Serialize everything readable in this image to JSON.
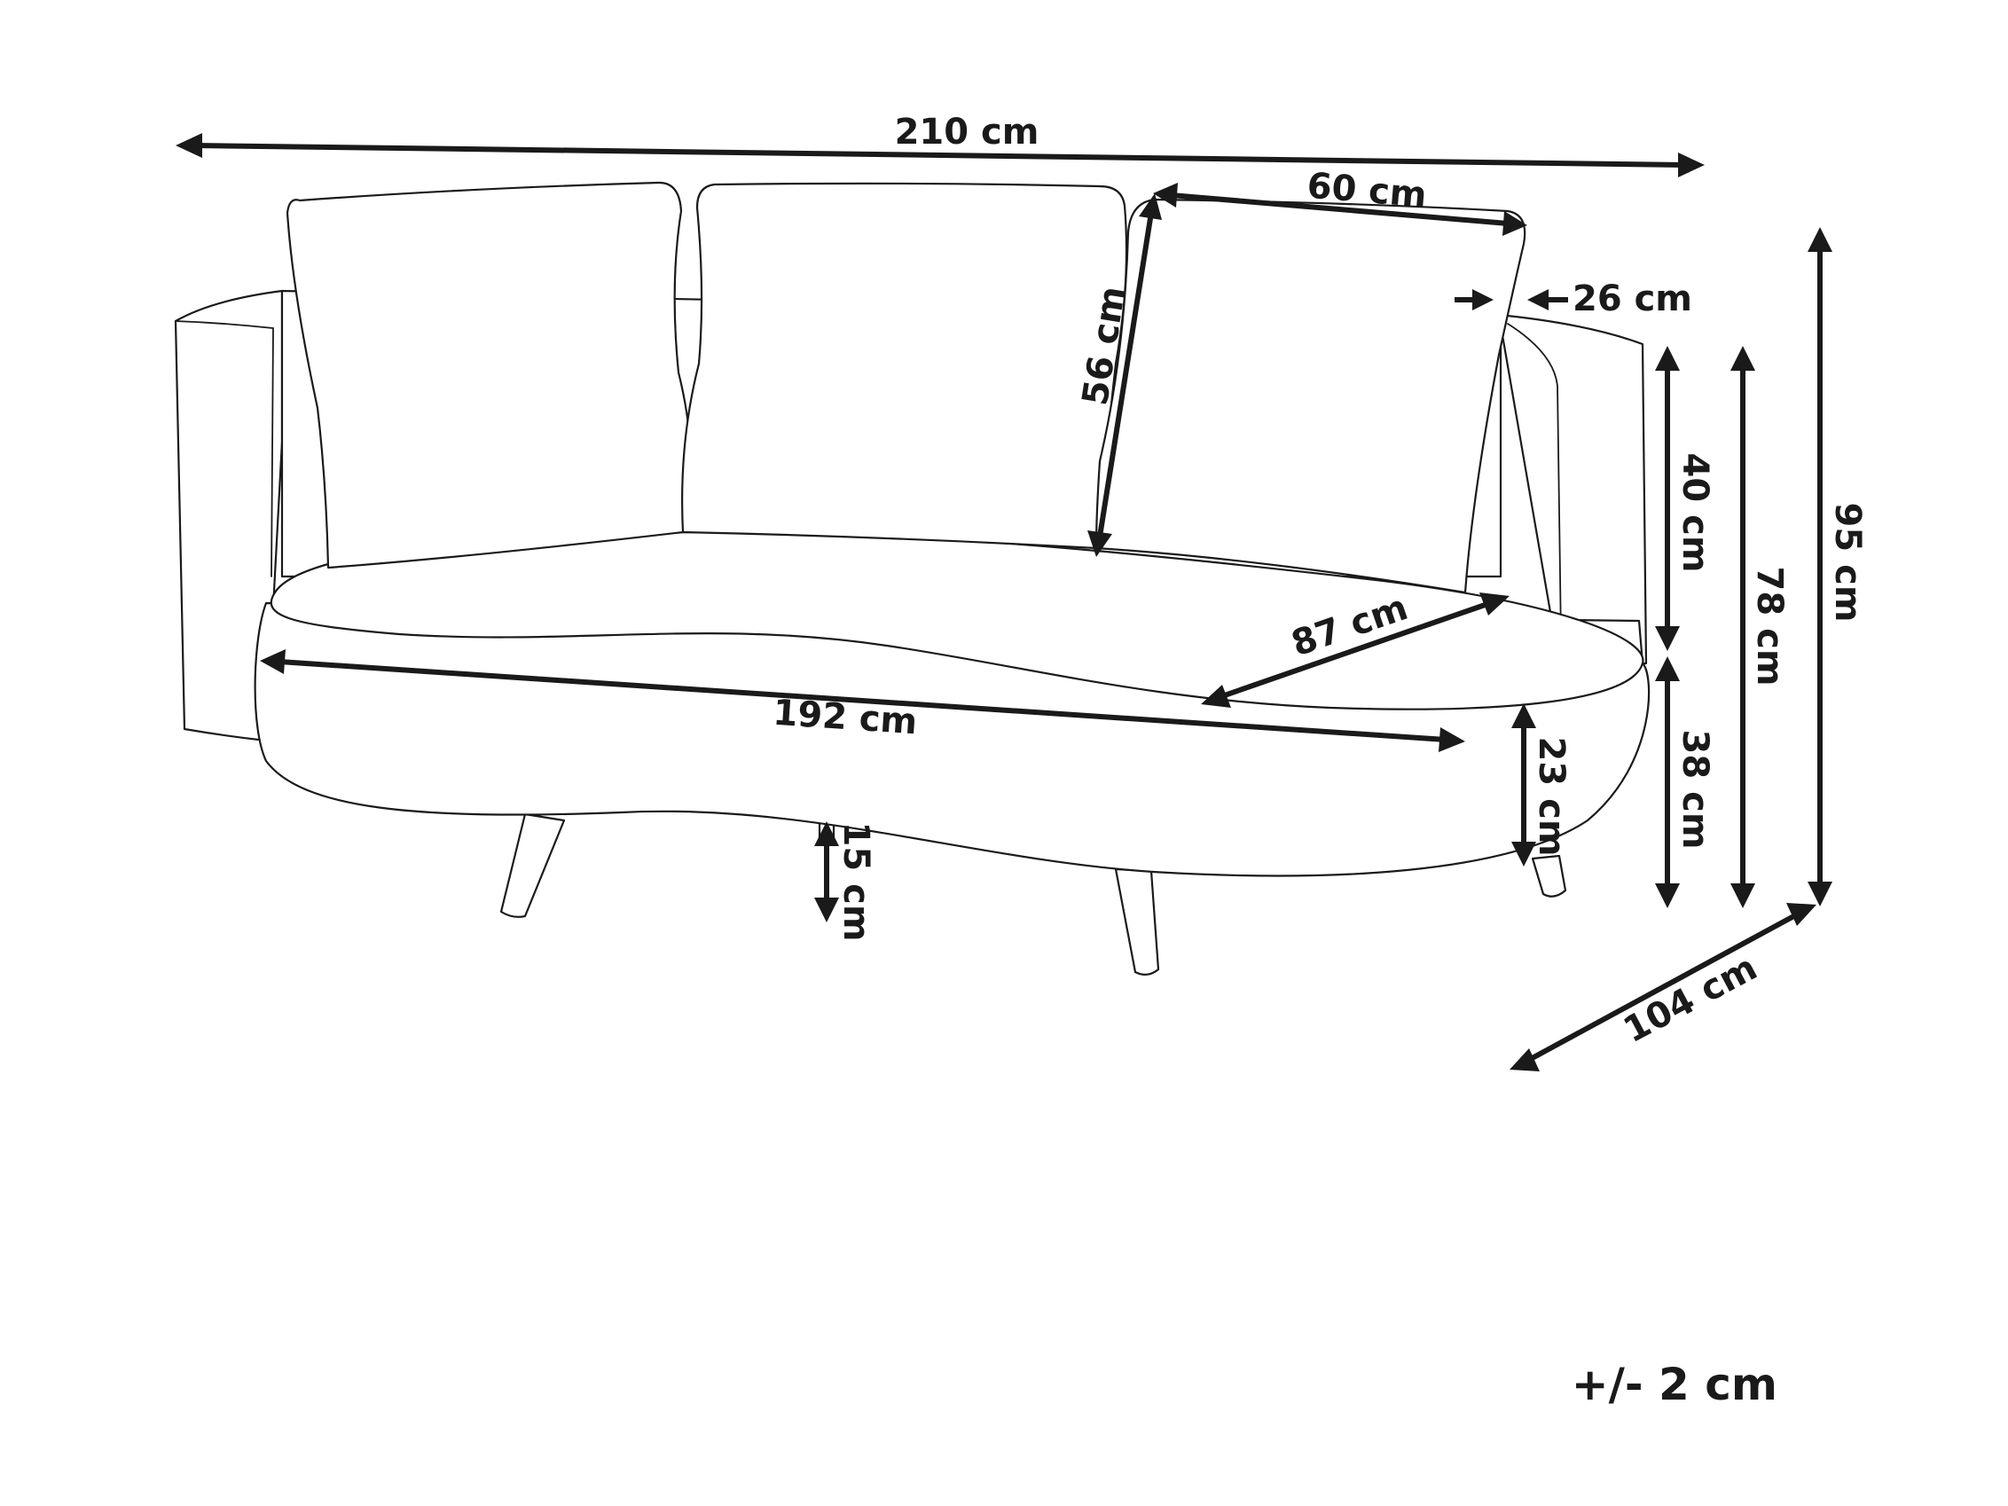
{
  "dimensions": {
    "total_width": "210 cm",
    "cushion_width": "60 cm",
    "cushion_height": "56 cm",
    "cushion_depth": "26 cm",
    "backrest_height": "40 cm",
    "armrest_height": "78 cm",
    "total_height": "95 cm",
    "seat_depth": "87 cm",
    "seat_width": "192 cm",
    "seat_thickness": "23 cm",
    "seat_height": "38 cm",
    "leg_height": "15 cm",
    "total_depth": "104 cm"
  },
  "tolerance": "+/- 2 cm"
}
